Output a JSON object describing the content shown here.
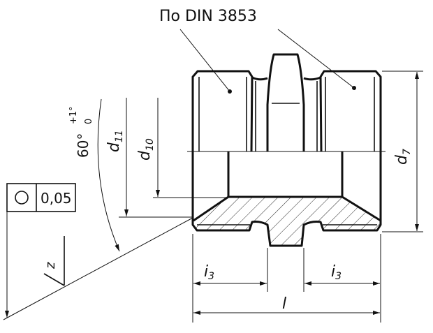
{
  "title": "По DIN 3853",
  "labels": {
    "d7": "d",
    "d7_sub": "7",
    "d10": "d",
    "d10_sub": "10",
    "d11": "d",
    "d11_sub": "11",
    "i3_left": "i",
    "i3_left_sub": "3",
    "i3_right": "i",
    "i3_right_sub": "3",
    "l": "l",
    "angle": "60°",
    "angle_tol_upper": "+1°",
    "angle_tol_lower": "0",
    "surface": "z"
  },
  "tolerance_frame": {
    "symbol": "circularity-icon",
    "value": "0,05"
  }
}
